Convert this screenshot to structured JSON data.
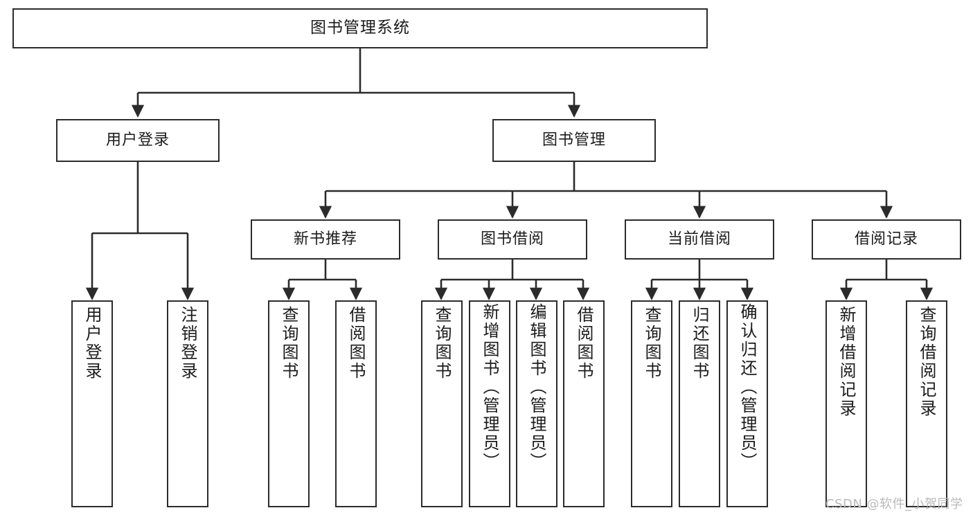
{
  "diagram": {
    "title": "图书管理系统",
    "type": "hierarchy-tree",
    "levels": 4,
    "root": {
      "id": "root",
      "label": "图书管理系统"
    },
    "level1": [
      {
        "id": "user-login",
        "label": "用户登录"
      },
      {
        "id": "book-management",
        "label": "图书管理"
      }
    ],
    "level2": [
      {
        "id": "new-book-recommend",
        "label": "新书推荐",
        "parent": "book-management"
      },
      {
        "id": "book-borrow",
        "label": "图书借阅",
        "parent": "book-management"
      },
      {
        "id": "current-borrow",
        "label": "当前借阅",
        "parent": "book-management"
      },
      {
        "id": "borrow-record",
        "label": "借阅记录",
        "parent": "book-management"
      }
    ],
    "leaves": {
      "user_login": [
        {
          "id": "leaf-user-login",
          "label": "用户登录"
        },
        {
          "id": "leaf-user-logout",
          "label": "注销登录"
        }
      ],
      "new_book_recommend": [
        {
          "id": "leaf-query-book-1",
          "label": "查询图书"
        },
        {
          "id": "leaf-borrow-book-1",
          "label": "借阅图书"
        }
      ],
      "book_borrow": [
        {
          "id": "leaf-query-book-2",
          "label": "查询图书"
        },
        {
          "id": "leaf-add-book",
          "label": "新增图书（管理员）"
        },
        {
          "id": "leaf-edit-book",
          "label": "编辑图书（管理员）"
        },
        {
          "id": "leaf-borrow-book-2",
          "label": "借阅图书"
        }
      ],
      "current_borrow": [
        {
          "id": "leaf-query-book-3",
          "label": "查询图书"
        },
        {
          "id": "leaf-return-book",
          "label": "归还图书"
        },
        {
          "id": "leaf-confirm-return",
          "label": "确认归还（管理员）"
        }
      ],
      "borrow_record": [
        {
          "id": "leaf-add-record",
          "label": "新增借阅记录"
        },
        {
          "id": "leaf-query-record",
          "label": "查询借阅记录"
        }
      ]
    }
  },
  "watermark": {
    "text": "CSDN @软件_小贺同学"
  },
  "colors": {
    "stroke": "#2b2b2b",
    "fill": "#ffffff",
    "text": "#1b1b1b",
    "watermark": "#b9b9b9"
  }
}
